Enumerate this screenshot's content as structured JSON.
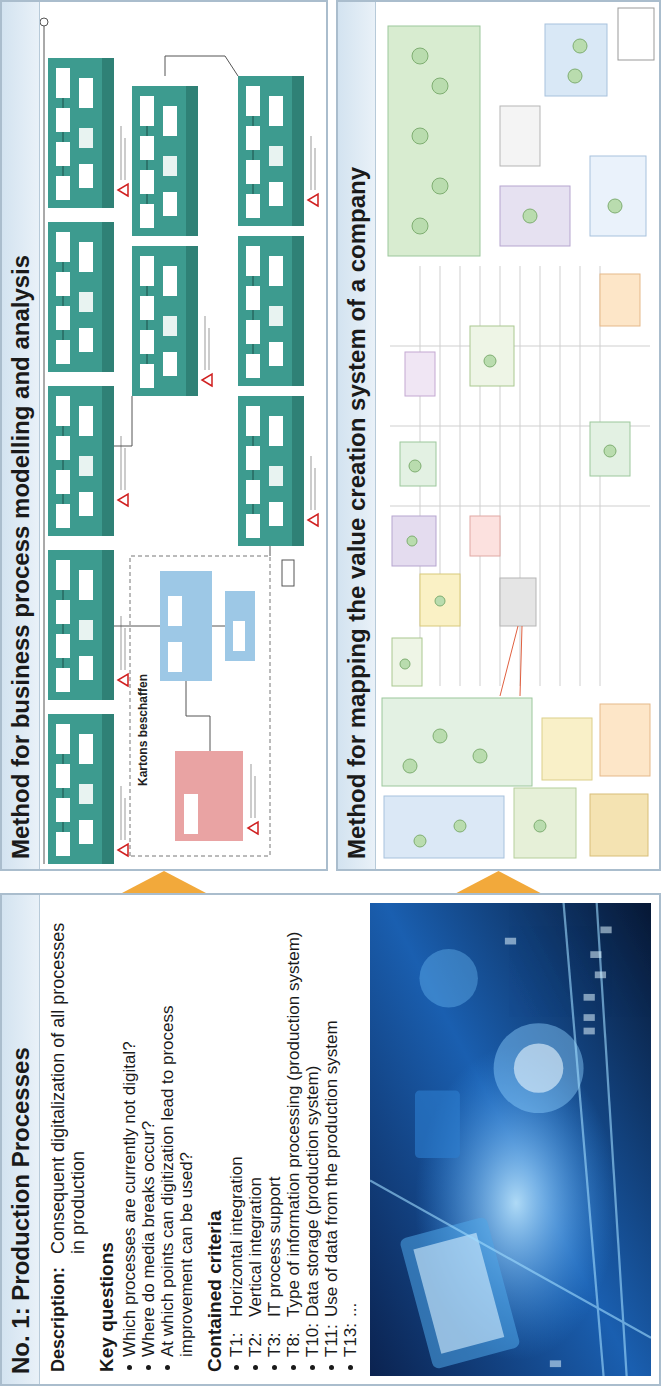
{
  "diagram": {
    "nodes": [
      {
        "text": [
          "No. 1: Production Processes",
          "Description:",
          "Consequent digitalization of all processes in production",
          "Key questions",
          "Which processes are currently not digital?",
          "Where do media breaks occur?",
          "At which points can digitization lead to process improvement can be used?",
          "Contained criteria",
          "T1:",
          "Horizontal integration",
          "T2:",
          "Vertical integration",
          "T3:",
          "IT process support",
          "T8:",
          "Type of information processing (production system)",
          "T10:",
          "Data storage (production system)",
          "T11:",
          "Use of data from the production system",
          "T13:",
          "..."
        ]
      },
      {
        "text": [
          "Method for business process modelling and analysis"
        ]
      },
      {
        "text": [
          "Method for mapping the value creation system of a company"
        ]
      }
    ],
    "edges": [
      {
        "from": 0,
        "to": 1,
        "arrow": "to"
      },
      {
        "from": 0,
        "to": 2,
        "arrow": "to"
      }
    ],
    "labels": [
      "Kartons beschaffen"
    ]
  }
}
